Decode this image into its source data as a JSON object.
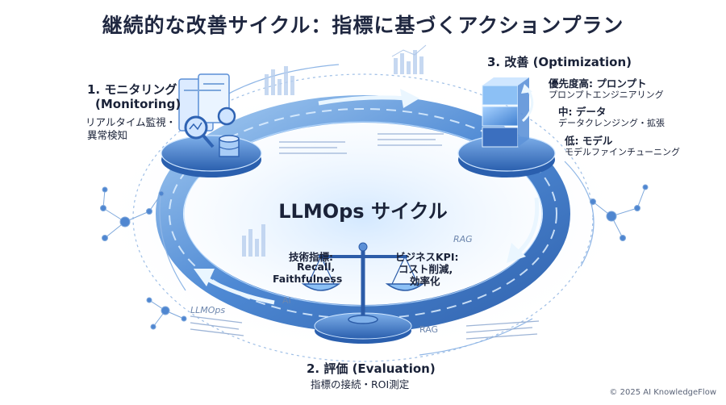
{
  "title": "継続的な改善サイクル：指標に基づくアクションプラン",
  "center_label": "LLMOps サイクル",
  "monitoring": {
    "heading_1": "1. モニタリング",
    "heading_2": "(Monitoring)",
    "desc_1": "リアルタイム監視・",
    "desc_2": "異常検知"
  },
  "optimization": {
    "heading": "3. 改善 (Optimization)",
    "items": [
      {
        "priority": "優先度高: プロンプト",
        "detail": "プロンプトエンジニアリング"
      },
      {
        "priority": "中: データ",
        "detail": "データクレンジング・拡張"
      },
      {
        "priority": "低: モデル",
        "detail": "モデルファインチューニング"
      }
    ]
  },
  "evaluation": {
    "heading": "2. 評価 (Evaluation)",
    "desc": "指標の接続・ROI測定",
    "tech_label": "技術指標:",
    "tech_metrics": [
      "Recall,",
      "Faithfulness"
    ],
    "biz_label": "ビジネスKPI:",
    "biz_metrics": [
      "コスト削減,",
      "効率化"
    ]
  },
  "ring_text": {
    "rag_1": "RAG",
    "rag_2": "RAG",
    "ai": "AI",
    "llmops": "LLMOps"
  },
  "copyright": "© 2025 AI KnowledgeFlow"
}
